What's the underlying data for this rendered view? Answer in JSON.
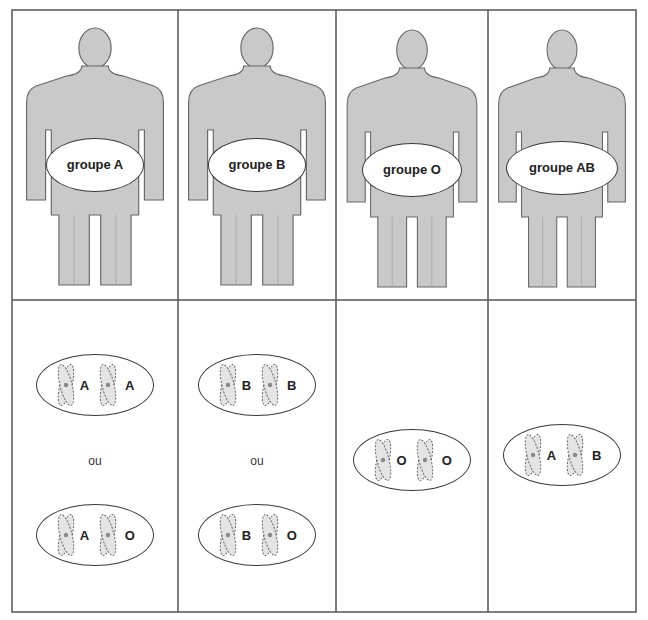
{
  "diagram": {
    "nodes": [
      {
        "text": [
          "groupe A"
        ]
      },
      {
        "text": [
          "groupe B"
        ]
      },
      {
        "text": [
          "groupe O"
        ]
      },
      {
        "text": [
          "groupe AB"
        ]
      },
      {
        "text": [
          "A",
          "A"
        ]
      },
      {
        "text": [
          "B",
          "B"
        ]
      },
      {
        "text": [
          "O",
          "O"
        ]
      },
      {
        "text": [
          "A",
          "B"
        ]
      },
      {
        "text": [
          "A",
          "O"
        ]
      },
      {
        "text": [
          "B",
          "O"
        ]
      }
    ],
    "labels": [
      "ou",
      "ou"
    ]
  }
}
